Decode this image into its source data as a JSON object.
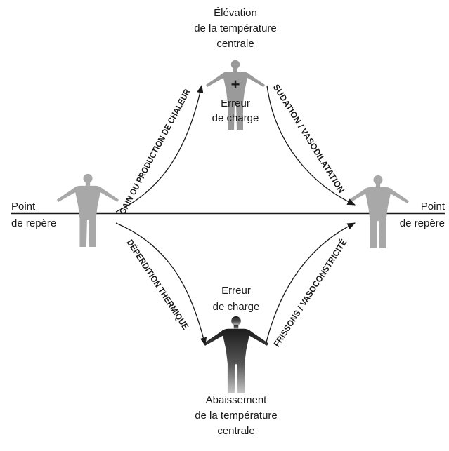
{
  "labels": {
    "setpoint_left": [
      "Point",
      "de repère"
    ],
    "setpoint_right": [
      "Point",
      "de repère"
    ],
    "rise": [
      "Élévation",
      "de la température",
      "centrale"
    ],
    "fall": [
      "Abaissement",
      "de la température",
      "centrale"
    ],
    "load_error_top": [
      "Erreur",
      "de charge"
    ],
    "load_error_bottom": [
      "Erreur",
      "de charge"
    ],
    "plus_sign": "+"
  },
  "arrows": {
    "gain": "GAIN OU PRODUCTION DE CHALEUR",
    "sweat": "SUDATION / VASODILATATION",
    "loss": "DÉPERDITION THERMIQUE",
    "shiver": "FRISSONS / VASOCONSTRICITÉ"
  },
  "colors": {
    "neutral_figure": "#a8a8a8",
    "warm_figure": "#9a9a9a",
    "cold_figure_top": "#1c1c1c",
    "cold_figure_bottom": "#bdbdbd",
    "line": "#1a1a1a"
  },
  "icons": {
    "figure": "human-figure-icon"
  }
}
